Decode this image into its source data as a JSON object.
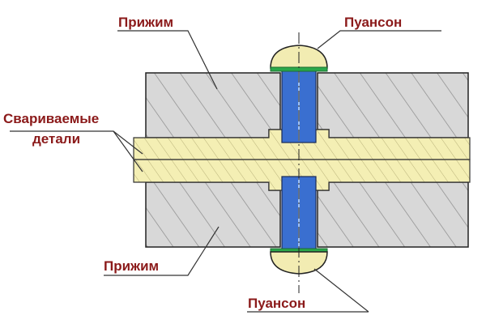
{
  "labels": {
    "press_top": "Прижим",
    "punch_top": "Пуансон",
    "welded_parts_line1": "Свариваемые",
    "welded_parts_line2": "детали",
    "press_bottom": "Прижим",
    "punch_bottom": "Пуансон"
  },
  "colors": {
    "press_fill": "#d6d6d6",
    "parts_fill": "#f4efb4",
    "electrode_fill": "#3a6fd0",
    "punch_fill": "#f2ecb2",
    "punch_edge": "#2aa84a",
    "label_text": "#8b1a1a",
    "outline": "#222222"
  }
}
